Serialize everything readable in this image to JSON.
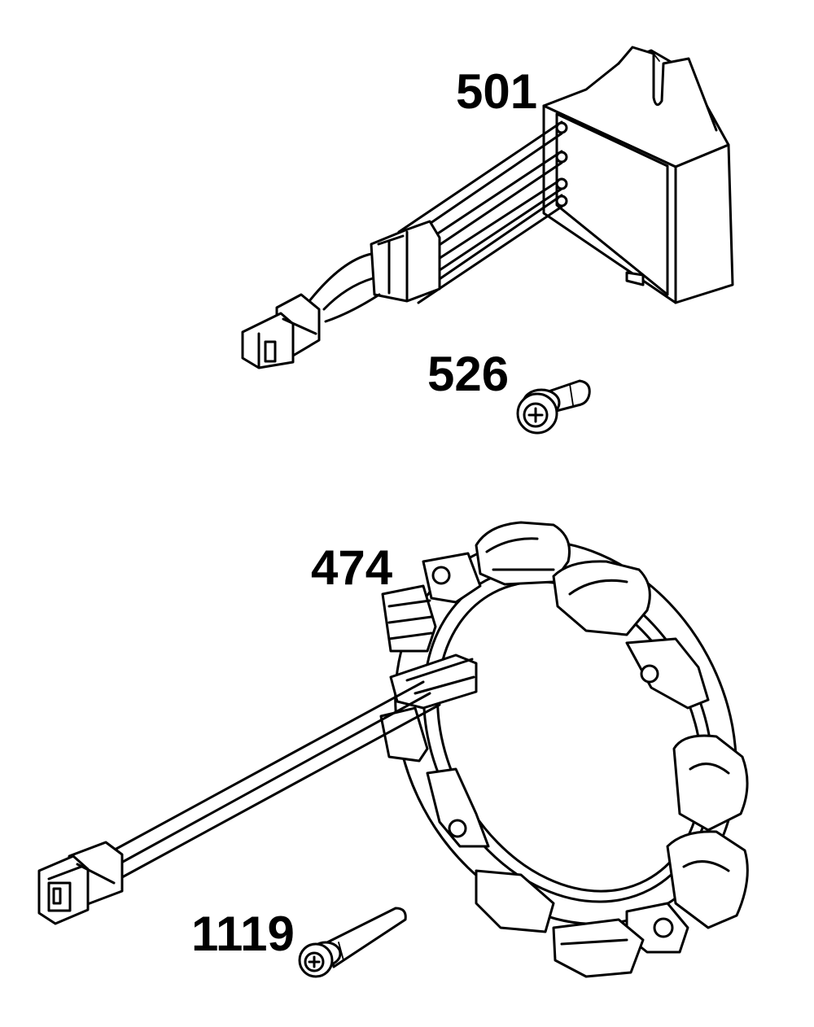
{
  "parts": [
    {
      "number": "501",
      "name": "regulator"
    },
    {
      "number": "526",
      "name": "screw"
    },
    {
      "number": "474",
      "name": "alternator-stator"
    },
    {
      "number": "1119",
      "name": "screw"
    }
  ],
  "colors": {
    "line": "#000000",
    "background": "#ffffff"
  }
}
